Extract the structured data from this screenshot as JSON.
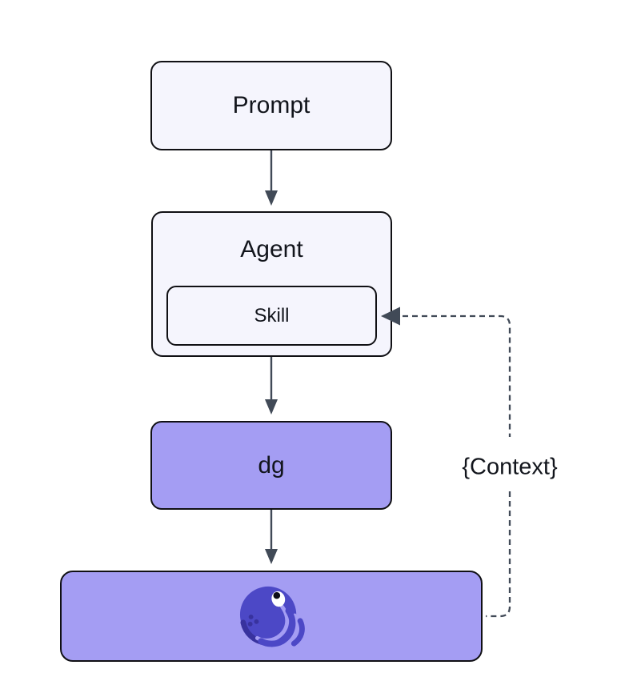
{
  "diagram": {
    "nodes": {
      "prompt": {
        "label": "Prompt"
      },
      "agent": {
        "label": "Agent"
      },
      "skill": {
        "label": "Skill",
        "parent": "agent"
      },
      "dg": {
        "label": "dg"
      },
      "octopus": {
        "icon": "octopus-icon"
      }
    },
    "edges": [
      {
        "from": "prompt",
        "to": "agent",
        "style": "solid-arrow"
      },
      {
        "from": "agent",
        "to": "dg",
        "style": "solid-arrow"
      },
      {
        "from": "dg",
        "to": "octopus",
        "style": "solid-arrow"
      },
      {
        "from": "octopus",
        "to": "skill",
        "style": "dashed-arrow",
        "label": "{Context}"
      }
    ]
  },
  "colors": {
    "canvas": "#ffffff",
    "node-light": "#f5f5fd",
    "node-purple": "#a49df3",
    "border": "#101014",
    "connector": "#414a57",
    "text": "#12151c",
    "octo-body": "#4c48c6",
    "octo-dark": "#38329e",
    "eye-white": "#ffffff",
    "pupil": "#0d0d18"
  }
}
